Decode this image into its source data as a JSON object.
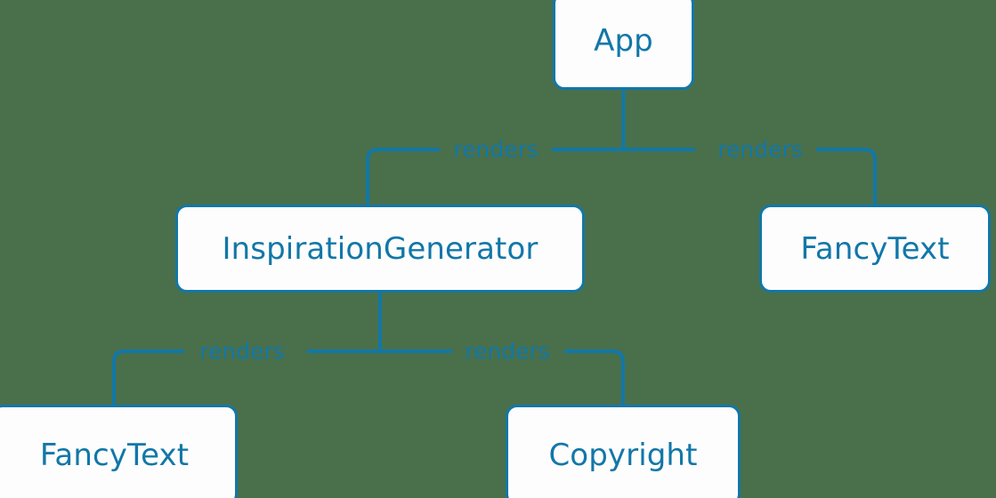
{
  "diagram": {
    "type": "component-tree",
    "background_color": "#49704B",
    "accent_color": "#1277A8",
    "node_fill_color": "#FDFDFD",
    "nodes": [
      {
        "id": "app",
        "label": "App"
      },
      {
        "id": "inspiration",
        "label": "InspirationGenerator"
      },
      {
        "id": "fancy_right",
        "label": "FancyText"
      },
      {
        "id": "fancy_left",
        "label": "FancyText"
      },
      {
        "id": "copyright",
        "label": "Copyright"
      }
    ],
    "edges": [
      {
        "from": "app",
        "to": "inspiration",
        "label": "renders"
      },
      {
        "from": "app",
        "to": "fancy_right",
        "label": "renders"
      },
      {
        "from": "inspiration",
        "to": "fancy_left",
        "label": "renders"
      },
      {
        "from": "inspiration",
        "to": "copyright",
        "label": "renders"
      }
    ]
  }
}
